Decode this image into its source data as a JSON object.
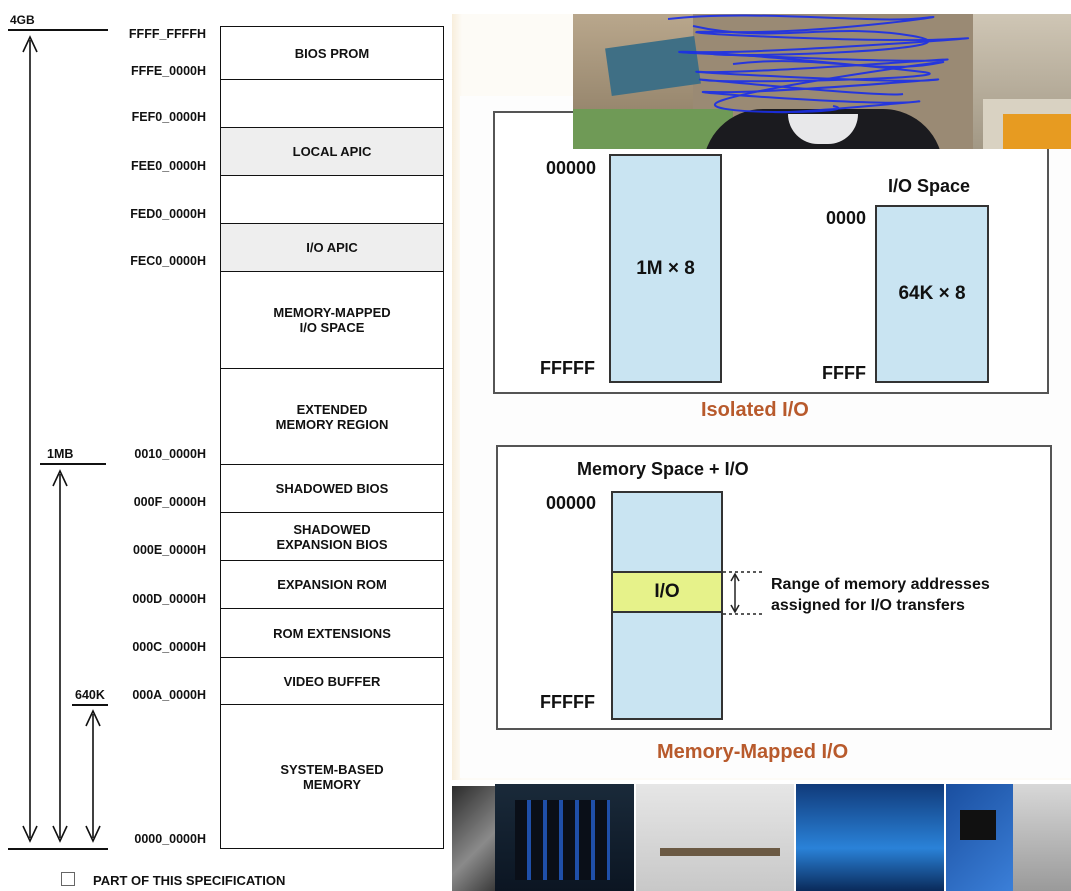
{
  "memory_map": {
    "top_label": "4GB",
    "mb_label": "1MB",
    "k_label": "640K",
    "addresses": [
      "FFFF_FFFFH",
      "FFFE_0000H",
      "FEF0_0000H",
      "FEE0_0000H",
      "FED0_0000H",
      "FEC0_0000H",
      "0010_0000H",
      "000F_0000H",
      "000E_0000H",
      "000D_0000H",
      "000C_0000H",
      "000A_0000H",
      "0000_0000H"
    ],
    "regions": [
      "BIOS PROM",
      "",
      "LOCAL APIC",
      "",
      "I/O APIC",
      "MEMORY-MAPPED\nI/O SPACE",
      "EXTENDED\nMEMORY REGION",
      "SHADOWED BIOS",
      "SHADOWED\nEXPANSION BIOS",
      "EXPANSION ROM",
      "ROM  EXTENSIONS",
      "VIDEO BUFFER",
      "SYSTEM-BASED\nMEMORY"
    ],
    "legend": "PART OF THIS SPECIFICATION"
  },
  "isolated": {
    "mem_start": "00000",
    "mem_end": "FFFFF",
    "mem_size": "1M × 8",
    "io_title": "I/O Space",
    "io_start": "0000",
    "io_end": "FFFF",
    "io_size": "64K × 8",
    "caption": "Isolated I/O"
  },
  "mapped": {
    "title": "Memory Space + I/O",
    "start": "00000",
    "end": "FFFFF",
    "io_label": "I/O",
    "note_line1": "Range of memory addresses",
    "note_line2": "assigned for I/O transfers",
    "caption": "Memory-Mapped I/O"
  },
  "colors": {
    "region_blue": "#c9e4f2",
    "io_yellow": "#e6f28a",
    "caption": "#b85a2c",
    "scribble": "#1a2ee8"
  }
}
